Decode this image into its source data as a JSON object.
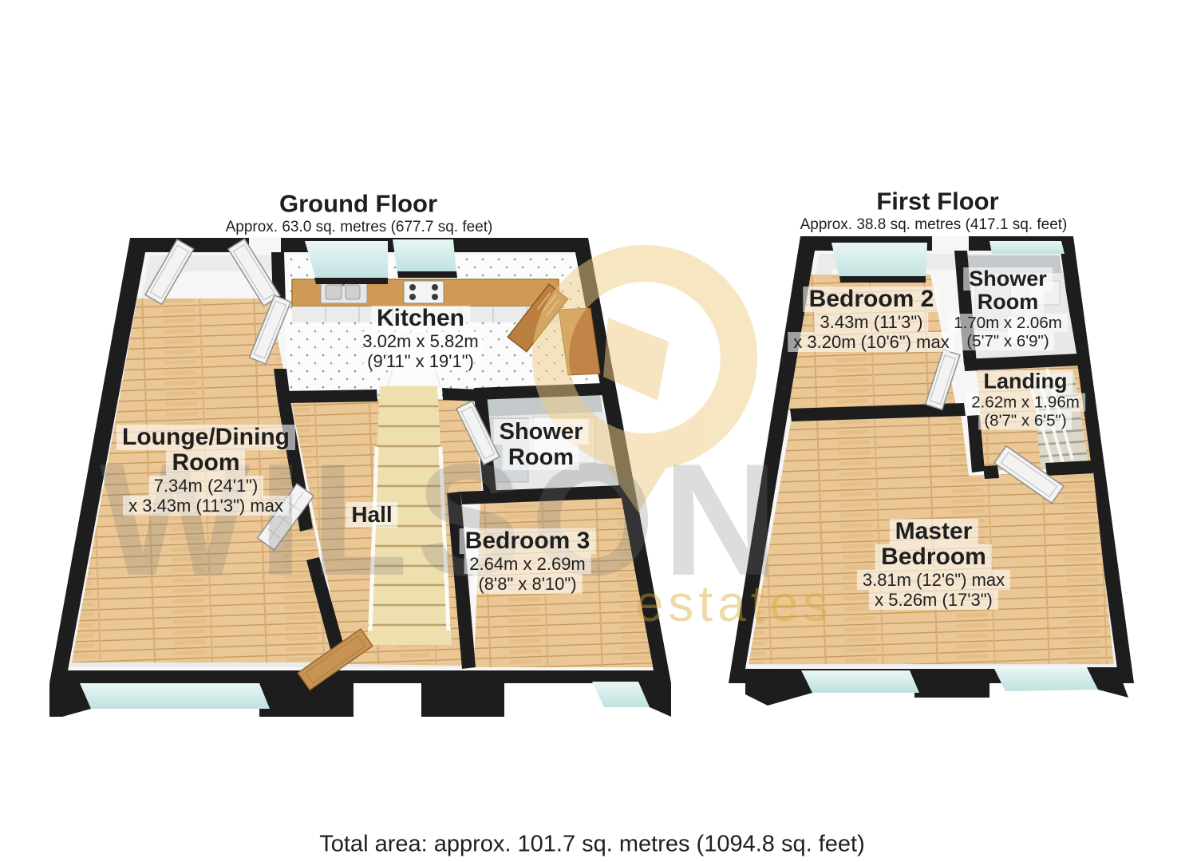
{
  "ground_floor": {
    "title": "Ground Floor",
    "subtitle": "Approx. 63.0 sq. metres (677.7 sq. feet)",
    "rooms": {
      "kitchen": {
        "name": "Kitchen",
        "dim1": "3.02m x 5.82m",
        "dim2": "(9'11\" x 19'1\")"
      },
      "lounge_dining": {
        "name1": "Lounge/Dining",
        "name2": "Room",
        "dim1": "7.34m (24'1\")",
        "dim2": "x 3.43m (11'3\") max"
      },
      "hall": {
        "name": "Hall"
      },
      "shower_room": {
        "name1": "Shower",
        "name2": "Room"
      },
      "bedroom3": {
        "name": "Bedroom 3",
        "dim1": "2.64m x 2.69m",
        "dim2": "(8'8\" x 8'10\")"
      }
    }
  },
  "first_floor": {
    "title": "First Floor",
    "subtitle": "Approx. 38.8 sq. metres (417.1 sq. feet)",
    "rooms": {
      "bedroom2": {
        "name": "Bedroom 2",
        "dim1": "3.43m (11'3\")",
        "dim2": "x 3.20m (10'6\") max"
      },
      "shower_room": {
        "name1": "Shower",
        "name2": "Room",
        "dim1": "1.70m x 2.06m",
        "dim2": "(5'7\" x 6'9\")"
      },
      "landing": {
        "name": "Landing",
        "dim1": "2.62m x 1.96m",
        "dim2": "(8'7\" x 6'5\")"
      },
      "master_bedroom": {
        "name1": "Master",
        "name2": "Bedroom",
        "dim1": "3.81m (12'6\") max",
        "dim2": "x 5.26m (17'3\")"
      }
    }
  },
  "footer": {
    "total_area": "Total area: approx. 101.7 sq. metres (1094.8 sq. feet)"
  },
  "watermark": {
    "brand": "WILSON",
    "tagline": "estates"
  },
  "colors": {
    "wall": "#1d1d1d",
    "wood_floor": "#eac795",
    "window_glass": "#cde9e7",
    "stairs": "#eedfae",
    "watermark_grey": "#7a7a7a",
    "watermark_gold": "#d9a832"
  }
}
